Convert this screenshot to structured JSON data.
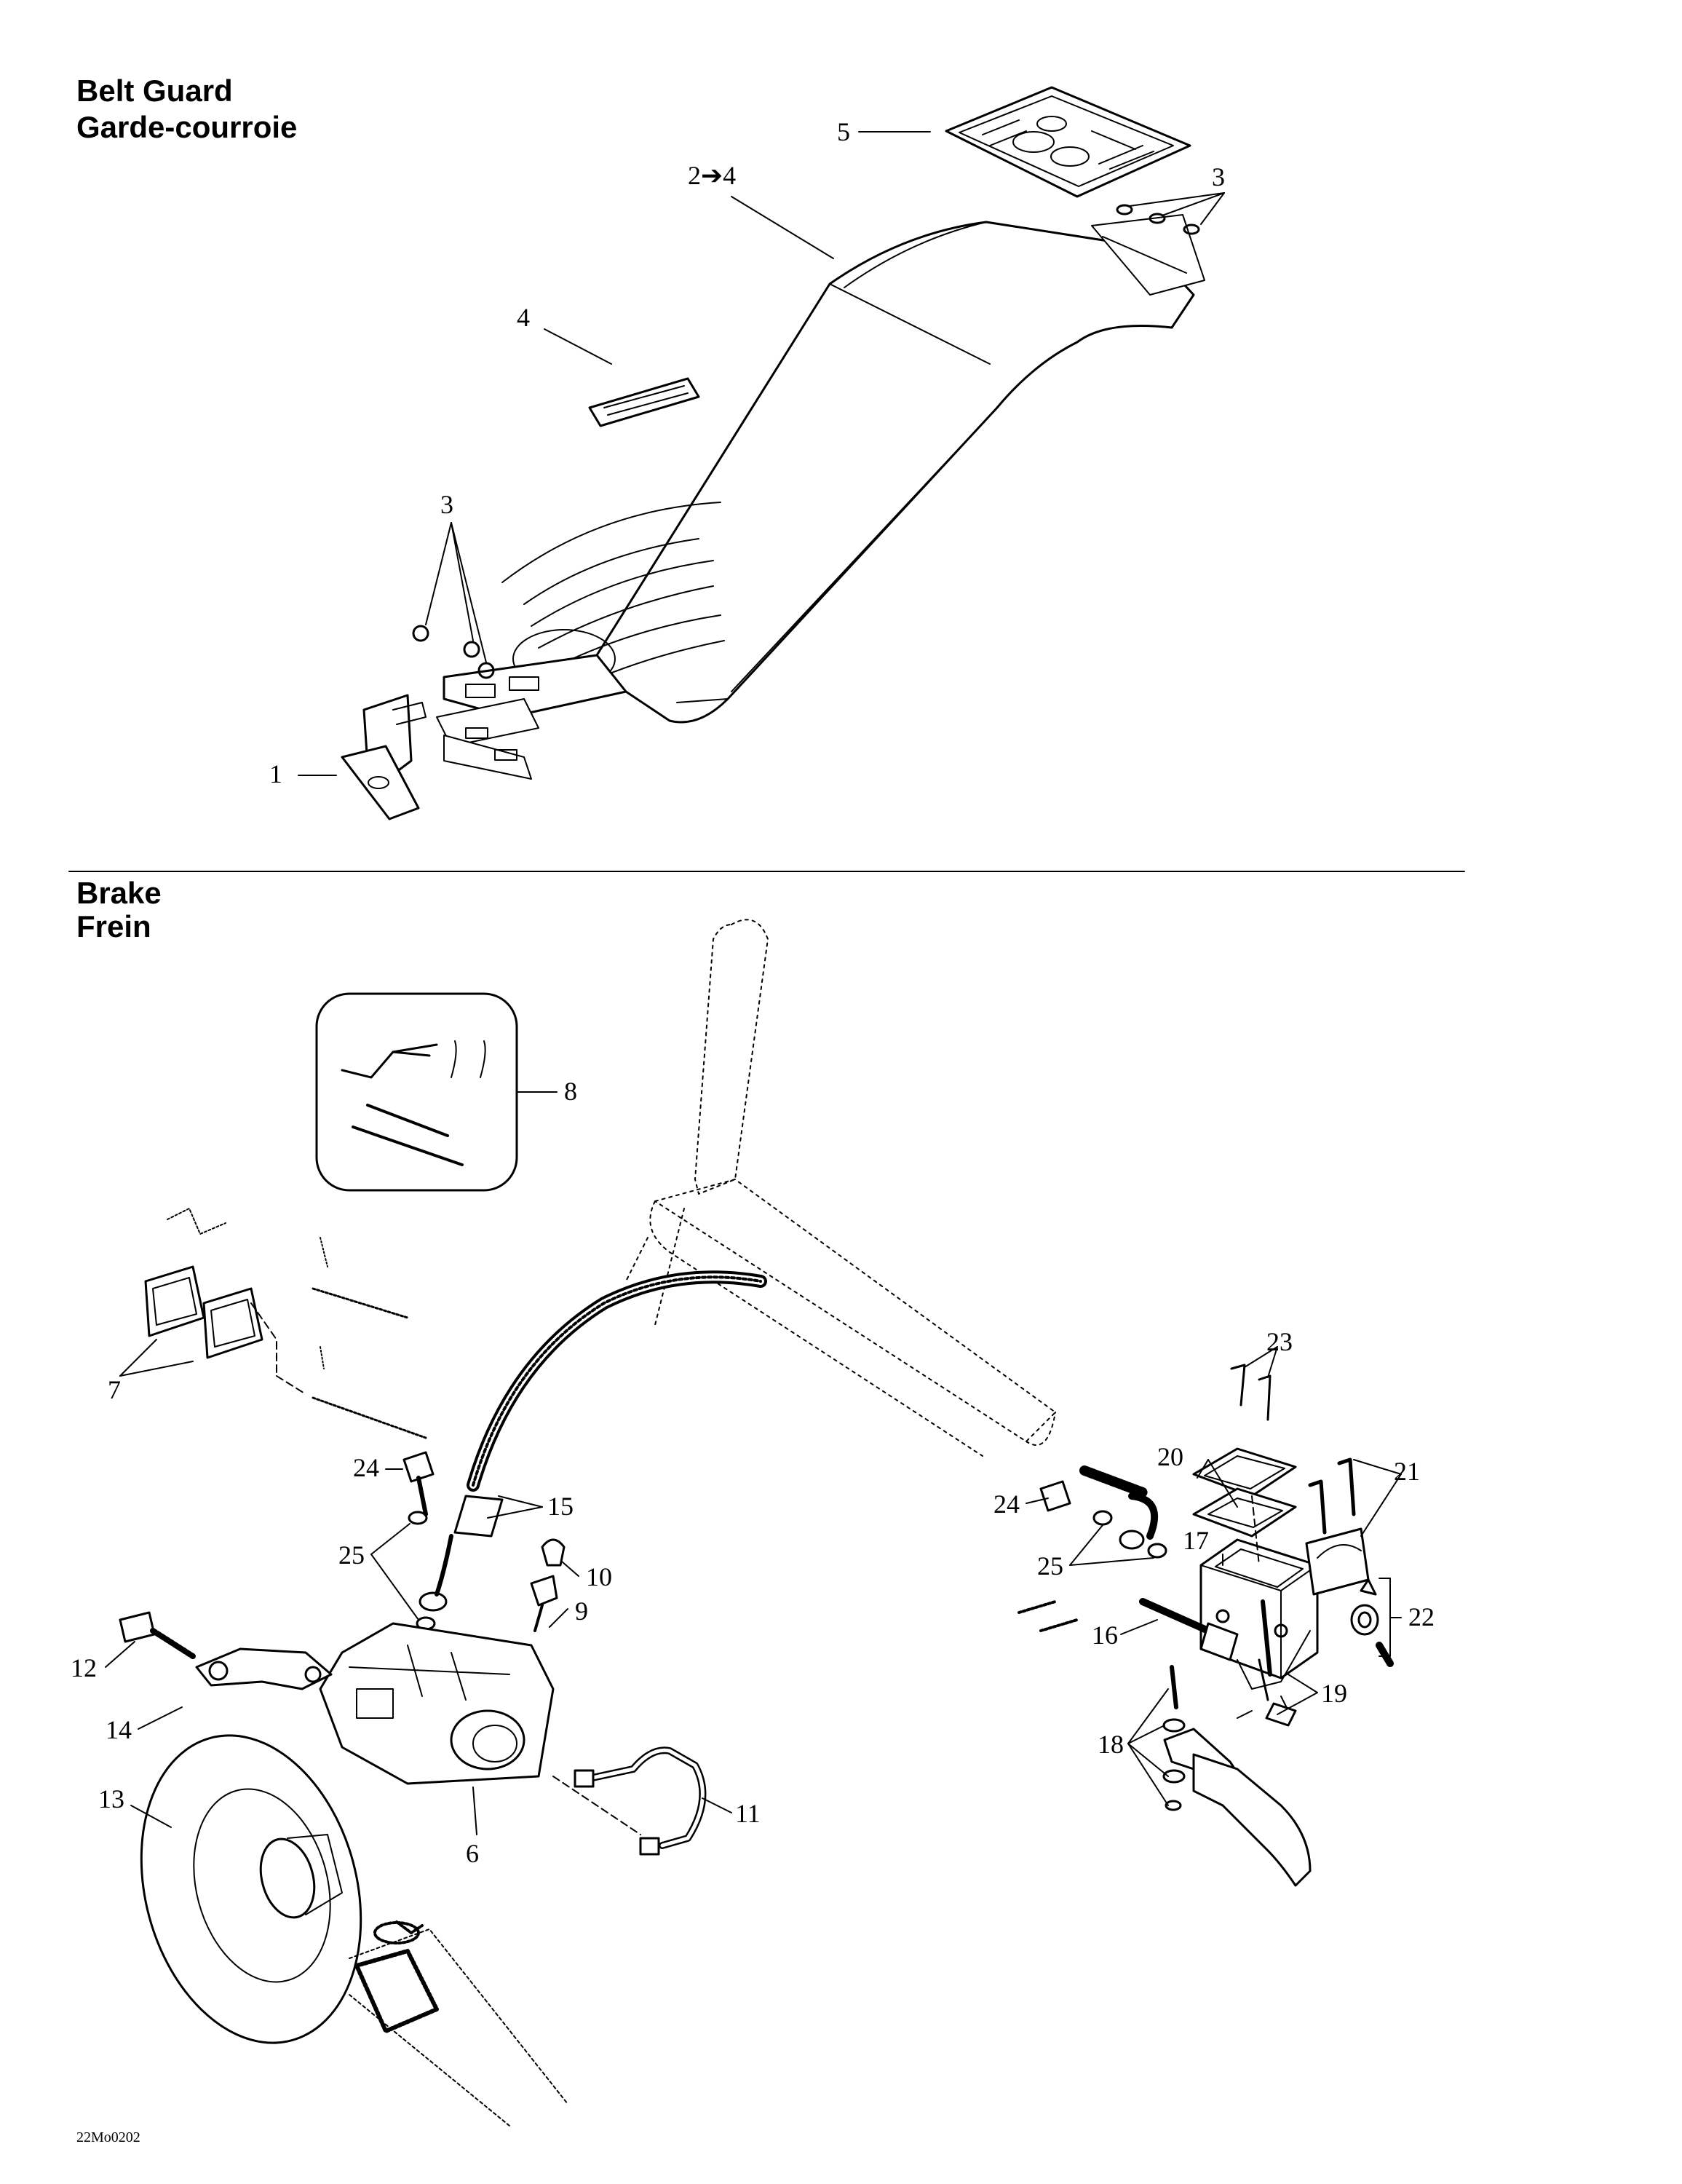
{
  "belt_guard": {
    "title_en": "Belt Guard",
    "title_fr": "Garde-courroie",
    "callouts": {
      "c1": "1",
      "c2to4": "2➔4",
      "c3_top": "3",
      "c3_left": "3",
      "c4": "4",
      "c5": "5"
    }
  },
  "brake": {
    "title_en": "Brake",
    "title_fr": "Frein",
    "callouts": {
      "c6": "6",
      "c7": "7",
      "c8": "8",
      "c9": "9",
      "c10": "10",
      "c11": "11",
      "c12": "12",
      "c13": "13",
      "c14": "14",
      "c15": "15",
      "c16": "16",
      "c17": "17",
      "c18": "18",
      "c19": "19",
      "c20": "20",
      "c21": "21",
      "c22": "22",
      "c23": "23",
      "c24_left": "24",
      "c24_right": "24",
      "c25_left": "25",
      "c25_right": "25"
    }
  },
  "drawing_code": "22Mo0202"
}
